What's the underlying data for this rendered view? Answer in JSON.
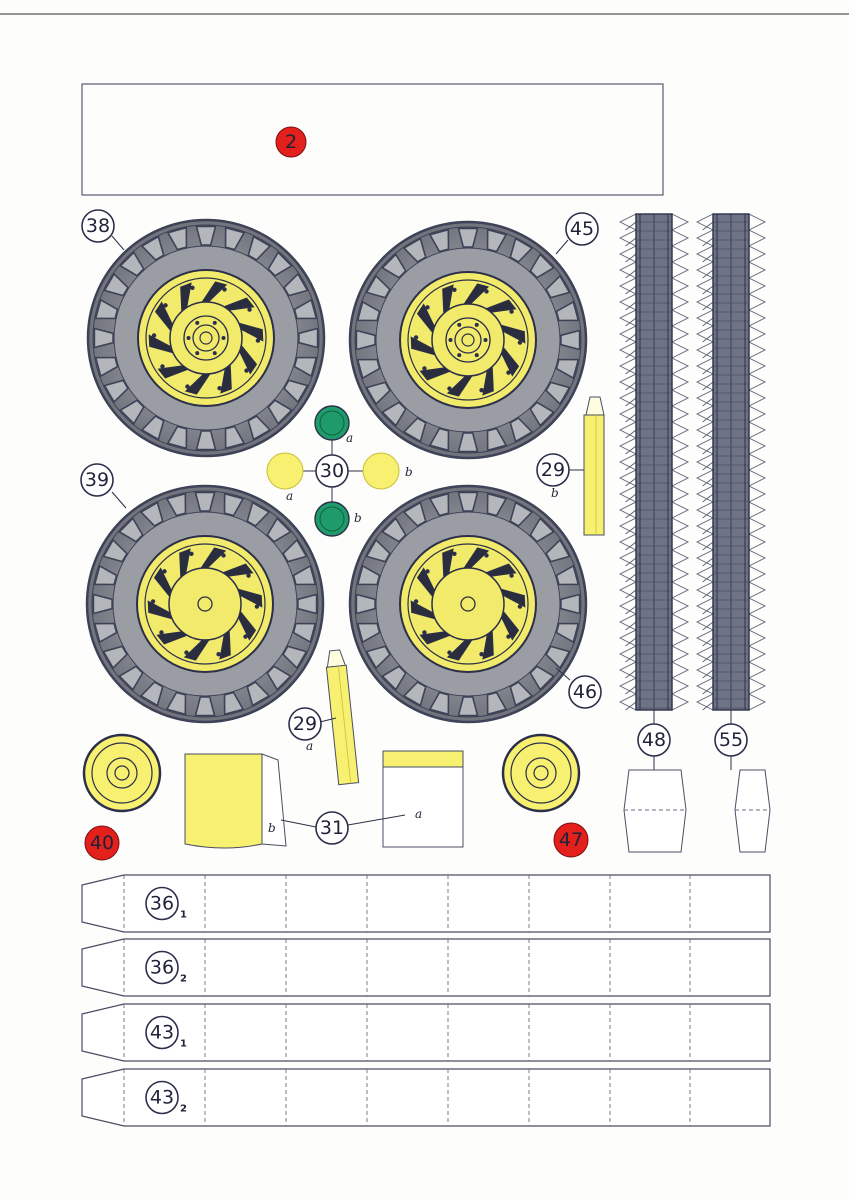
{
  "colors": {
    "tire": "#8a8d94",
    "tire_dark": "#3e4256",
    "tire_light": "#b3b6bb",
    "rim": "#f2ea6a",
    "rim_dark": "#d8cd3e",
    "ink": "#2b2f4a",
    "red_label": "#e3201b",
    "green": "#1f9a6a",
    "yellow": "#f7f070",
    "track": "#6f7386"
  },
  "labels": {
    "part_2": "2",
    "part_38": "38",
    "part_45": "45",
    "part_39": "39",
    "part_46": "46",
    "part_30": "30",
    "part_30_a_top": "a",
    "part_30_b_right": "b",
    "part_30_a_left": "a",
    "part_30_b_bottom": "b",
    "part_29_upper": "29",
    "part_29_upper_letter": "b",
    "part_29_lower": "29",
    "part_29_lower_letter": "a",
    "part_48": "48",
    "part_55": "55",
    "part_40": "40",
    "part_47": "47",
    "part_31": "31",
    "part_31_b": "b",
    "part_31_a": "a",
    "strips": [
      {
        "num": "36",
        "sub": "1"
      },
      {
        "num": "36",
        "sub": "2"
      },
      {
        "num": "43",
        "sub": "1"
      },
      {
        "num": "43",
        "sub": "2"
      }
    ]
  }
}
